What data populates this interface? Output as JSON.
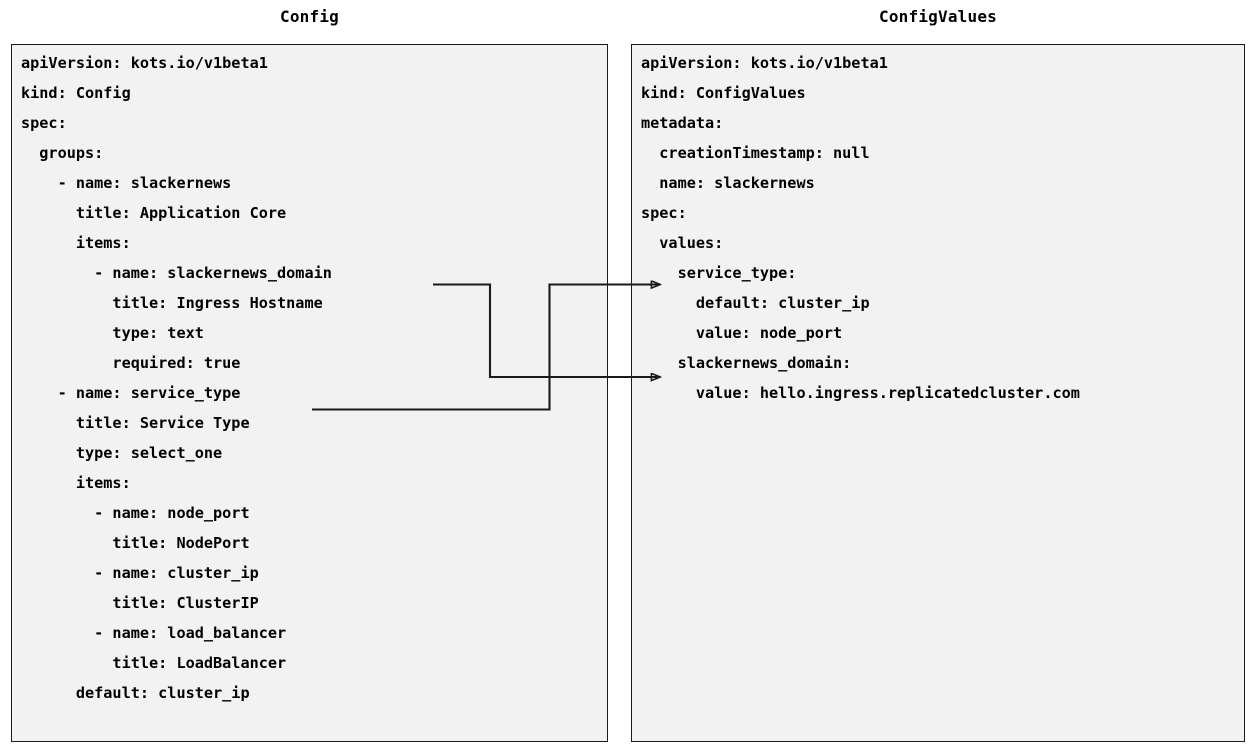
{
  "diagram": {
    "title_left": "Config",
    "title_right": "ConfigValues",
    "background_color": "#ffffff",
    "panel_fill_color": "#f2f2f2",
    "panel_border_color": "#1a1a1a",
    "text_color": "#000000",
    "connector_color": "#1a1a1a"
  },
  "left_panel": {
    "title": "Config",
    "lines": [
      "apiVersion: kots.io/v1beta1",
      "kind: Config",
      "spec:",
      "  groups:",
      "    - name: slackernews",
      "      title: Application Core",
      "      items:",
      "        - name: slackernews_domain",
      "          title: Ingress Hostname",
      "          type: text",
      "          required: true",
      "    - name: service_type",
      "      title: Service Type",
      "      type: select_one",
      "      items:",
      "        - name: node_port",
      "          title: NodePort",
      "        - name: cluster_ip",
      "          title: ClusterIP",
      "        - name: load_balancer",
      "          title: LoadBalancer",
      "      default: cluster_ip"
    ]
  },
  "right_panel": {
    "title": "ConfigValues",
    "lines": [
      "apiVersion: kots.io/v1beta1",
      "kind: ConfigValues",
      "metadata:",
      "  creationTimestamp: null",
      "  name: slackernews",
      "spec:",
      "  values:",
      "    service_type:",
      "      default: cluster_ip",
      "      value: node_port",
      "    slackernews_domain:",
      "      value: hello.ingress.replicatedcluster.com"
    ]
  },
  "connectors": [
    {
      "id": "slackernews-domain-link",
      "from_label": "slackernews_domain",
      "from_line_index": 7,
      "to_label": "slackernews_domain:",
      "to_line_index": 10,
      "arrow": "open-triangle"
    },
    {
      "id": "service-type-link",
      "from_label": "service_type",
      "from_line_index": 11,
      "to_label": "service_type:",
      "to_line_index": 7,
      "arrow": "open-triangle"
    }
  ]
}
